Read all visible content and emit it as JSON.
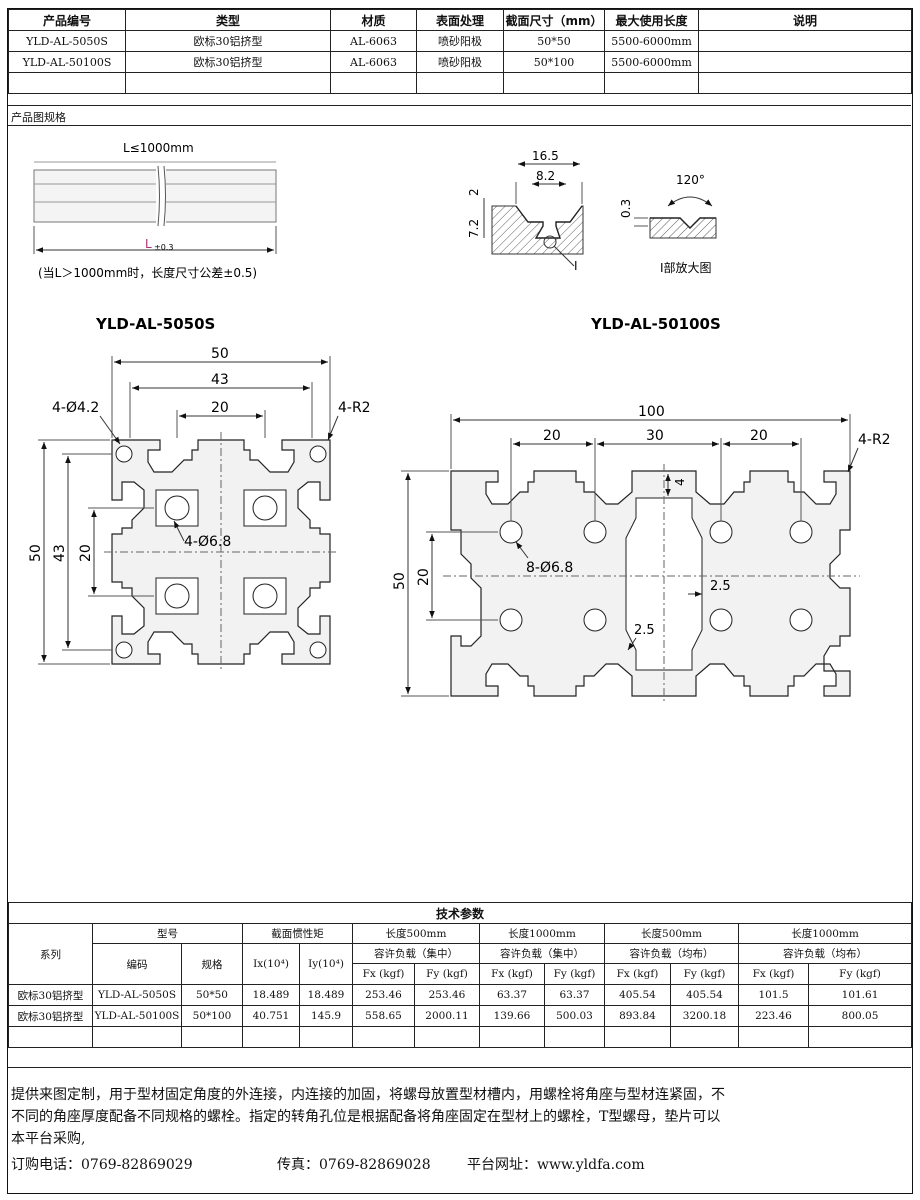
{
  "spec_table": {
    "headers": [
      "产品编号",
      "类型",
      "材质",
      "表面处理",
      "截面尺寸（mm）",
      "最大使用长度",
      "说明"
    ],
    "rows": [
      [
        "YLD-AL-5050S",
        "欧标30铝挤型",
        "AL-6063",
        "喷砂阳极",
        "50*50",
        "5500-6000mm",
        ""
      ],
      [
        "YLD-AL-50100S",
        "欧标30铝挤型",
        "AL-6063",
        "喷砂阳极",
        "50*100",
        "5500-6000mm",
        ""
      ],
      [
        "",
        "",
        "",
        "",
        "",
        "",
        ""
      ]
    ]
  },
  "section_label": "产品图规格",
  "drawing": {
    "length_limit": "L≤1000mm",
    "length_tolerance_L": "L",
    "length_tolerance_val": "±0.3",
    "length_note": "(当L＞1000mm时，长度尺寸公差±0.5)",
    "slot_dims": {
      "w_outer": "16.5",
      "w_inner": "8.2",
      "depth1": "2",
      "depth2": "7.2",
      "detail_mark": "I"
    },
    "detail": {
      "depth": "0.3",
      "angle": "120°",
      "caption": "I部放大图"
    },
    "model_a": {
      "title": "YLD-AL-5050S",
      "dim_50": "50",
      "dim_43": "43",
      "dim_20": "20",
      "holes_small": "4-Ø4.2",
      "radius": "4-R2",
      "holes_big": "4-Ø6.8",
      "v_50": "50",
      "v_43": "43",
      "v_20": "20"
    },
    "model_b": {
      "title": "YLD-AL-50100S",
      "dim_100": "100",
      "dim_20a": "20",
      "dim_30": "30",
      "dim_20b": "20",
      "radius": "4-R2",
      "dim_4": "4",
      "holes": "8-Ø6.8",
      "dim_25a": "2.5",
      "dim_25b": "2.5",
      "v_50": "50",
      "v_20": "20"
    }
  },
  "tech_table": {
    "title": "技术参数",
    "col_series": "系列",
    "col_model": "型号",
    "col_code": "编码",
    "col_spec": "规格",
    "col_inertia": "截面惯性矩",
    "col_ix": "Ix(10⁴)",
    "col_iy": "Iy(10⁴)",
    "groups": [
      {
        "length": "长度500mm",
        "load": "容许负载（集中）"
      },
      {
        "length": "长度1000mm",
        "load": "容许负载（集中）"
      },
      {
        "length": "长度500mm",
        "load": "容许负载（均布）"
      },
      {
        "length": "长度1000mm",
        "load": "容许负载（均布）"
      }
    ],
    "fx": "Fx (kgf)",
    "fy": "Fy (kgf)",
    "rows": [
      [
        "欧标30铝挤型",
        "YLD-AL-5050S",
        "50*50",
        "18.489",
        "18.489",
        "253.46",
        "253.46",
        "63.37",
        "63.37",
        "405.54",
        "405.54",
        "101.5",
        "101.61"
      ],
      [
        "欧标30铝挤型",
        "YLD-AL-50100S",
        "50*100",
        "40.751",
        "145.9",
        "558.65",
        "2000.11",
        "139.66",
        "500.03",
        "893.84",
        "3200.18",
        "223.46",
        "800.05"
      ],
      [
        "",
        "",
        "",
        "",
        "",
        "",
        "",
        "",
        "",
        "",
        "",
        "",
        ""
      ]
    ]
  },
  "notes": {
    "line1": "提供来图定制，用于型材固定角度的外连接，内连接的加固，将螺母放置型材槽内，用螺栓将角座与型材连紧固，不",
    "line2": "不同的角座厚度配备不同规格的螺栓。指定的转角孔位是根据配备将角座固定在型材上的螺栓，T型螺母，垫片可以",
    "line3": "本平台采购,",
    "phone": "订购电话：0769-82869029",
    "fax": "传真：0769-82869028",
    "site": "平台网址：www.yldfa.com"
  }
}
